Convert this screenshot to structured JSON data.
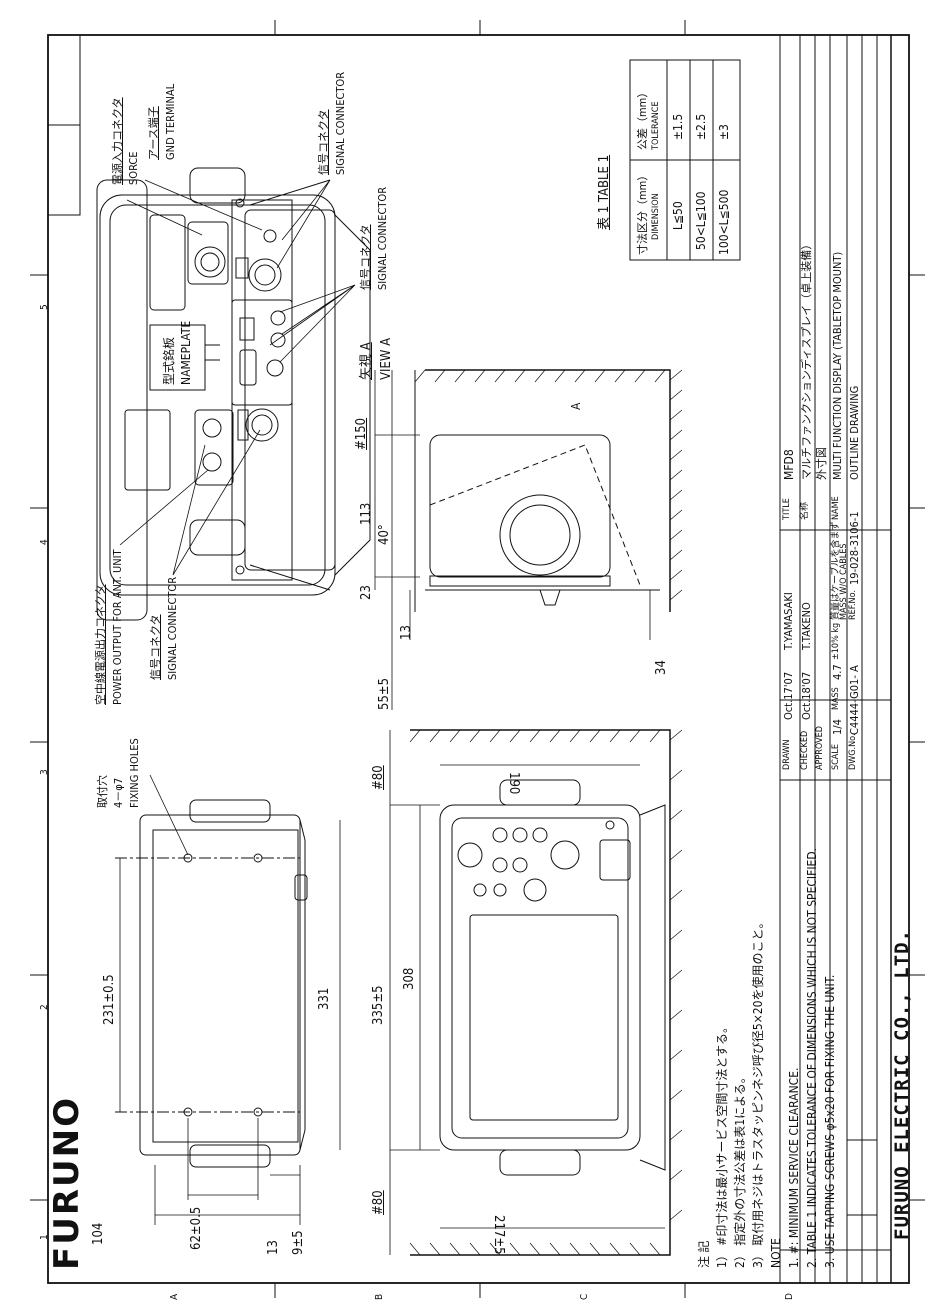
{
  "brand": {
    "logo": "FURUNO",
    "company": "FURUNO ELECTRIC CO., LTD."
  },
  "grid": {
    "cols": [
      "1",
      "2",
      "3",
      "4",
      "5"
    ],
    "rows": [
      "A",
      "B",
      "C",
      "D"
    ]
  },
  "title_block": {
    "drawn_label": "DRAWN",
    "drawn_date": "Oct.17'07",
    "drawn_by": "T.YAMASAKI",
    "checked_label": "CHECKED",
    "checked_date": "Oct.18'07",
    "checked_by": "T.TAKENO",
    "approved_label": "APPROVED",
    "scale_label": "SCALE",
    "scale": "1/4",
    "mass_label": "MASS",
    "mass": "4.7",
    "mass_unit": "±10% kg",
    "dwg_label": "DWG.No.",
    "dwg_no": "C4444-G01- A",
    "ref_label": "REF.No.",
    "ref_no": "19-028-3106-1",
    "cables_label": "質量はケーブルを含まず",
    "cables_label_en": "MASS W/O CABLES",
    "title_label": "TITLE",
    "title": "MFD8",
    "name_jp_label": "名称",
    "name_jp": "マルチファンクションディスプレイ（卓上装備）",
    "drawing_jp": "外寸図",
    "name_label": "NAME",
    "name": "MULTI FUNCTION DISPLAY (TABLETOP MOUNT)",
    "drawing": "OUTLINE DRAWING"
  },
  "table1": {
    "title": "表 1  TABLE 1",
    "col1_jp": "寸法区分（mm）",
    "col1_en": "DIMENSION",
    "col2_jp": "公差（mm）",
    "col2_en": "TOLERANCE",
    "rows": [
      {
        "dim": "L≦50",
        "tol": "±1.5"
      },
      {
        "dim": "50<L≦100",
        "tol": "±2.5"
      },
      {
        "dim": "100<L≦500",
        "tol": "±3"
      }
    ]
  },
  "notes": {
    "heading_jp": "注  記",
    "jp": [
      "1）  #印寸法は最小サービス空間寸法とする。",
      "2）  指定外の寸法公差は表1による。",
      "3）  取付用ネジはトラスタッピンネジ呼び径5×20を使用のこと。"
    ],
    "heading_en": "NOTE",
    "en": [
      "1.   #: MINIMUM SERVICE CLEARANCE.",
      "2.   TABLE 1 INDICATES TOLERANCE OF DIMENSIONS WHICH IS NOT SPECIFIED.",
      "3.   USE TAPPING SCREWS  φ5x20 FOR FIXING THE UNIT."
    ]
  },
  "labels": {
    "source_jp": "電源入力コネクタ",
    "source_en": "SORCE",
    "gnd_jp": "アース端子",
    "gnd_en": "GND TERMINAL",
    "signal1_jp": "信号コネクタ",
    "signal1_en": "SIGNAL CONNECTOR",
    "signal2_jp": "信号コネクタ",
    "signal2_en": "SIGNAL CONNECTOR",
    "signal3_jp": "信号コネクタ",
    "signal3_en": "SIGNAL CONNECTOR",
    "ant_jp": "空中線電源出力コネクタ",
    "ant_en": "POWER OUTPUT FOR ANT. UNIT",
    "nameplate_jp": "型式銘板",
    "nameplate_en": "NAMEPLATE",
    "view_jp": "矢視 A",
    "view_en": "VIEW A",
    "fixing_jp1": "取付穴",
    "fixing_jp2": "4－φ7",
    "fixing_en": "FIXING HOLES",
    "arrow_a": "A"
  },
  "dims": {
    "d104": "104",
    "d62": "62±0.5",
    "d13a": "13",
    "d9": "9±5",
    "d231": "231±0.5",
    "d331": "331",
    "d80a": "#80",
    "d80b": "#80",
    "d335": "335±5",
    "d308": "308",
    "d190": "190",
    "d217": "217±5",
    "d55": "55±5",
    "d13b": "13",
    "d23": "23",
    "d113": "113",
    "d150": "#150",
    "d40": "40°",
    "d34": "34"
  },
  "colors": {
    "ink": "#111111",
    "paper": "#ffffff",
    "title_ink": "#0a0a0a"
  }
}
